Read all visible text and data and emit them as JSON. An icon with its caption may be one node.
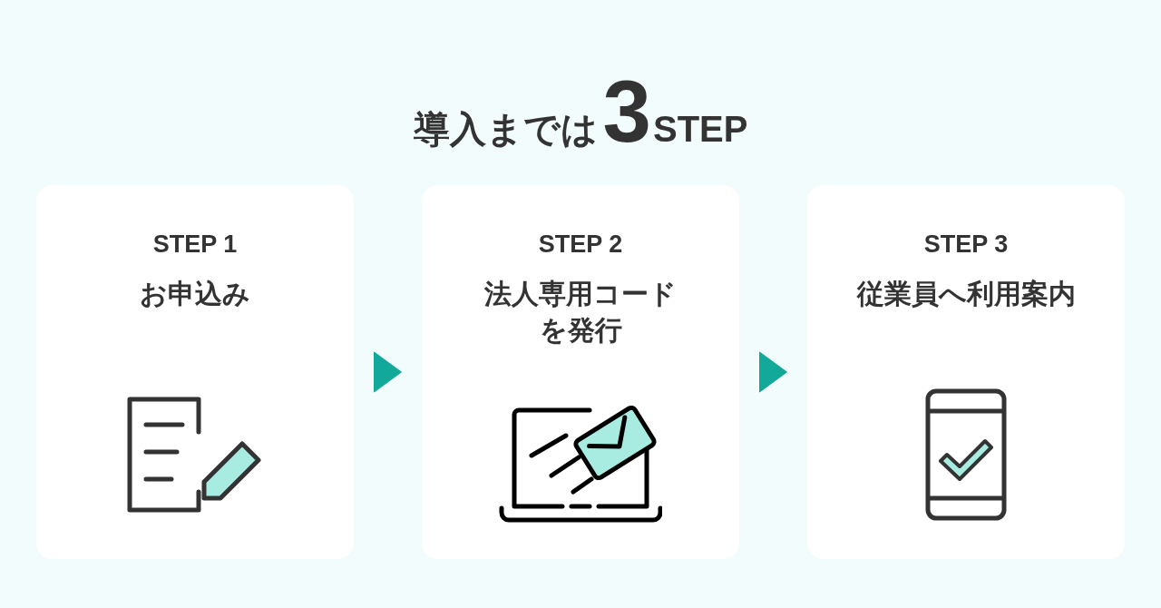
{
  "diagram": {
    "title": "導入までは**3**STEP",
    "nodes": [
      {
        "text": [
          "STEP 1",
          "お申込み"
        ]
      },
      {
        "text": [
          "STEP 2",
          "法人専用コードを発行"
        ]
      },
      {
        "text": [
          "STEP 3",
          "従業員へ利用案内"
        ]
      }
    ],
    "edges": [
      {
        "from": 0,
        "to": 1,
        "arrow": "to"
      },
      {
        "from": 1,
        "to": 2,
        "arrow": "to"
      }
    ]
  }
}
